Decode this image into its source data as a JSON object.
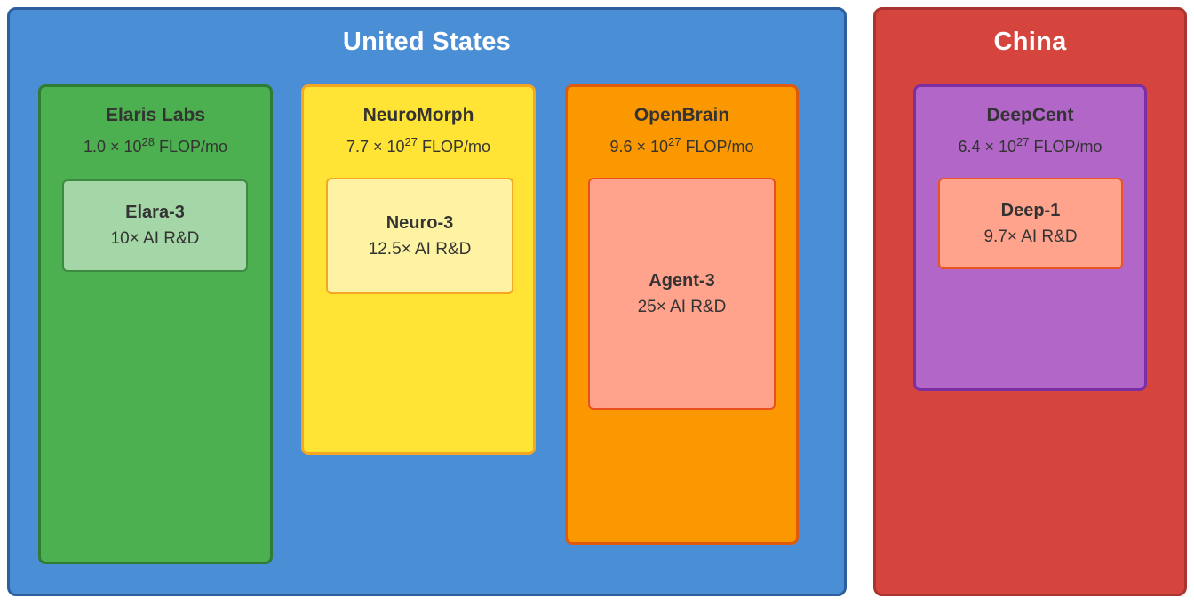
{
  "countries": [
    {
      "name": "United States",
      "companies": [
        {
          "name": "Elaris Labs",
          "flop_base": "1.0 × 10",
          "flop_exp": "28",
          "flop_unit": " FLOP/mo",
          "model": {
            "name": "Elara-3",
            "rnd": "10× AI R&D"
          }
        },
        {
          "name": "NeuroMorph",
          "flop_base": "7.7 × 10",
          "flop_exp": "27",
          "flop_unit": " FLOP/mo",
          "model": {
            "name": "Neuro-3",
            "rnd": "12.5× AI R&D"
          }
        },
        {
          "name": "OpenBrain",
          "flop_base": "9.6 × 10",
          "flop_exp": "27",
          "flop_unit": " FLOP/mo",
          "model": {
            "name": "Agent-3",
            "rnd": "25× AI R&D"
          }
        }
      ]
    },
    {
      "name": "China",
      "companies": [
        {
          "name": "DeepCent",
          "flop_base": "6.4 × 10",
          "flop_exp": "27",
          "flop_unit": " FLOP/mo",
          "model": {
            "name": "Deep-1",
            "rnd": "9.7× AI R&D"
          }
        }
      ]
    }
  ],
  "palette": {
    "background": "#ffffff",
    "us_fill": "#4a8ed5",
    "us_border": "#2d5f9e",
    "china_fill": "#d5453e",
    "china_border": "#a93530",
    "elaris_fill": "#4caf50",
    "elaris_border": "#2e7d32",
    "neuromorph_fill": "#ffe435",
    "neuromorph_border": "#f5a623",
    "openbrain_fill": "#fb9800",
    "openbrain_border": "#e05a0e",
    "deepcent_fill": "#b266c8",
    "deepcent_border": "#7c2fa5",
    "elara3_fill": "#a5d6a7",
    "elara3_border": "#3d8b40",
    "neuro3_fill": "#fdf3a3",
    "neuro3_border": "#f5a623",
    "agent3_fill": "#ffa38c",
    "agent3_border": "#e8511f",
    "deep1_fill": "#ffa38c",
    "deep1_border": "#ea5420",
    "country_title_text": "#ffffff",
    "body_text": "#333333"
  }
}
